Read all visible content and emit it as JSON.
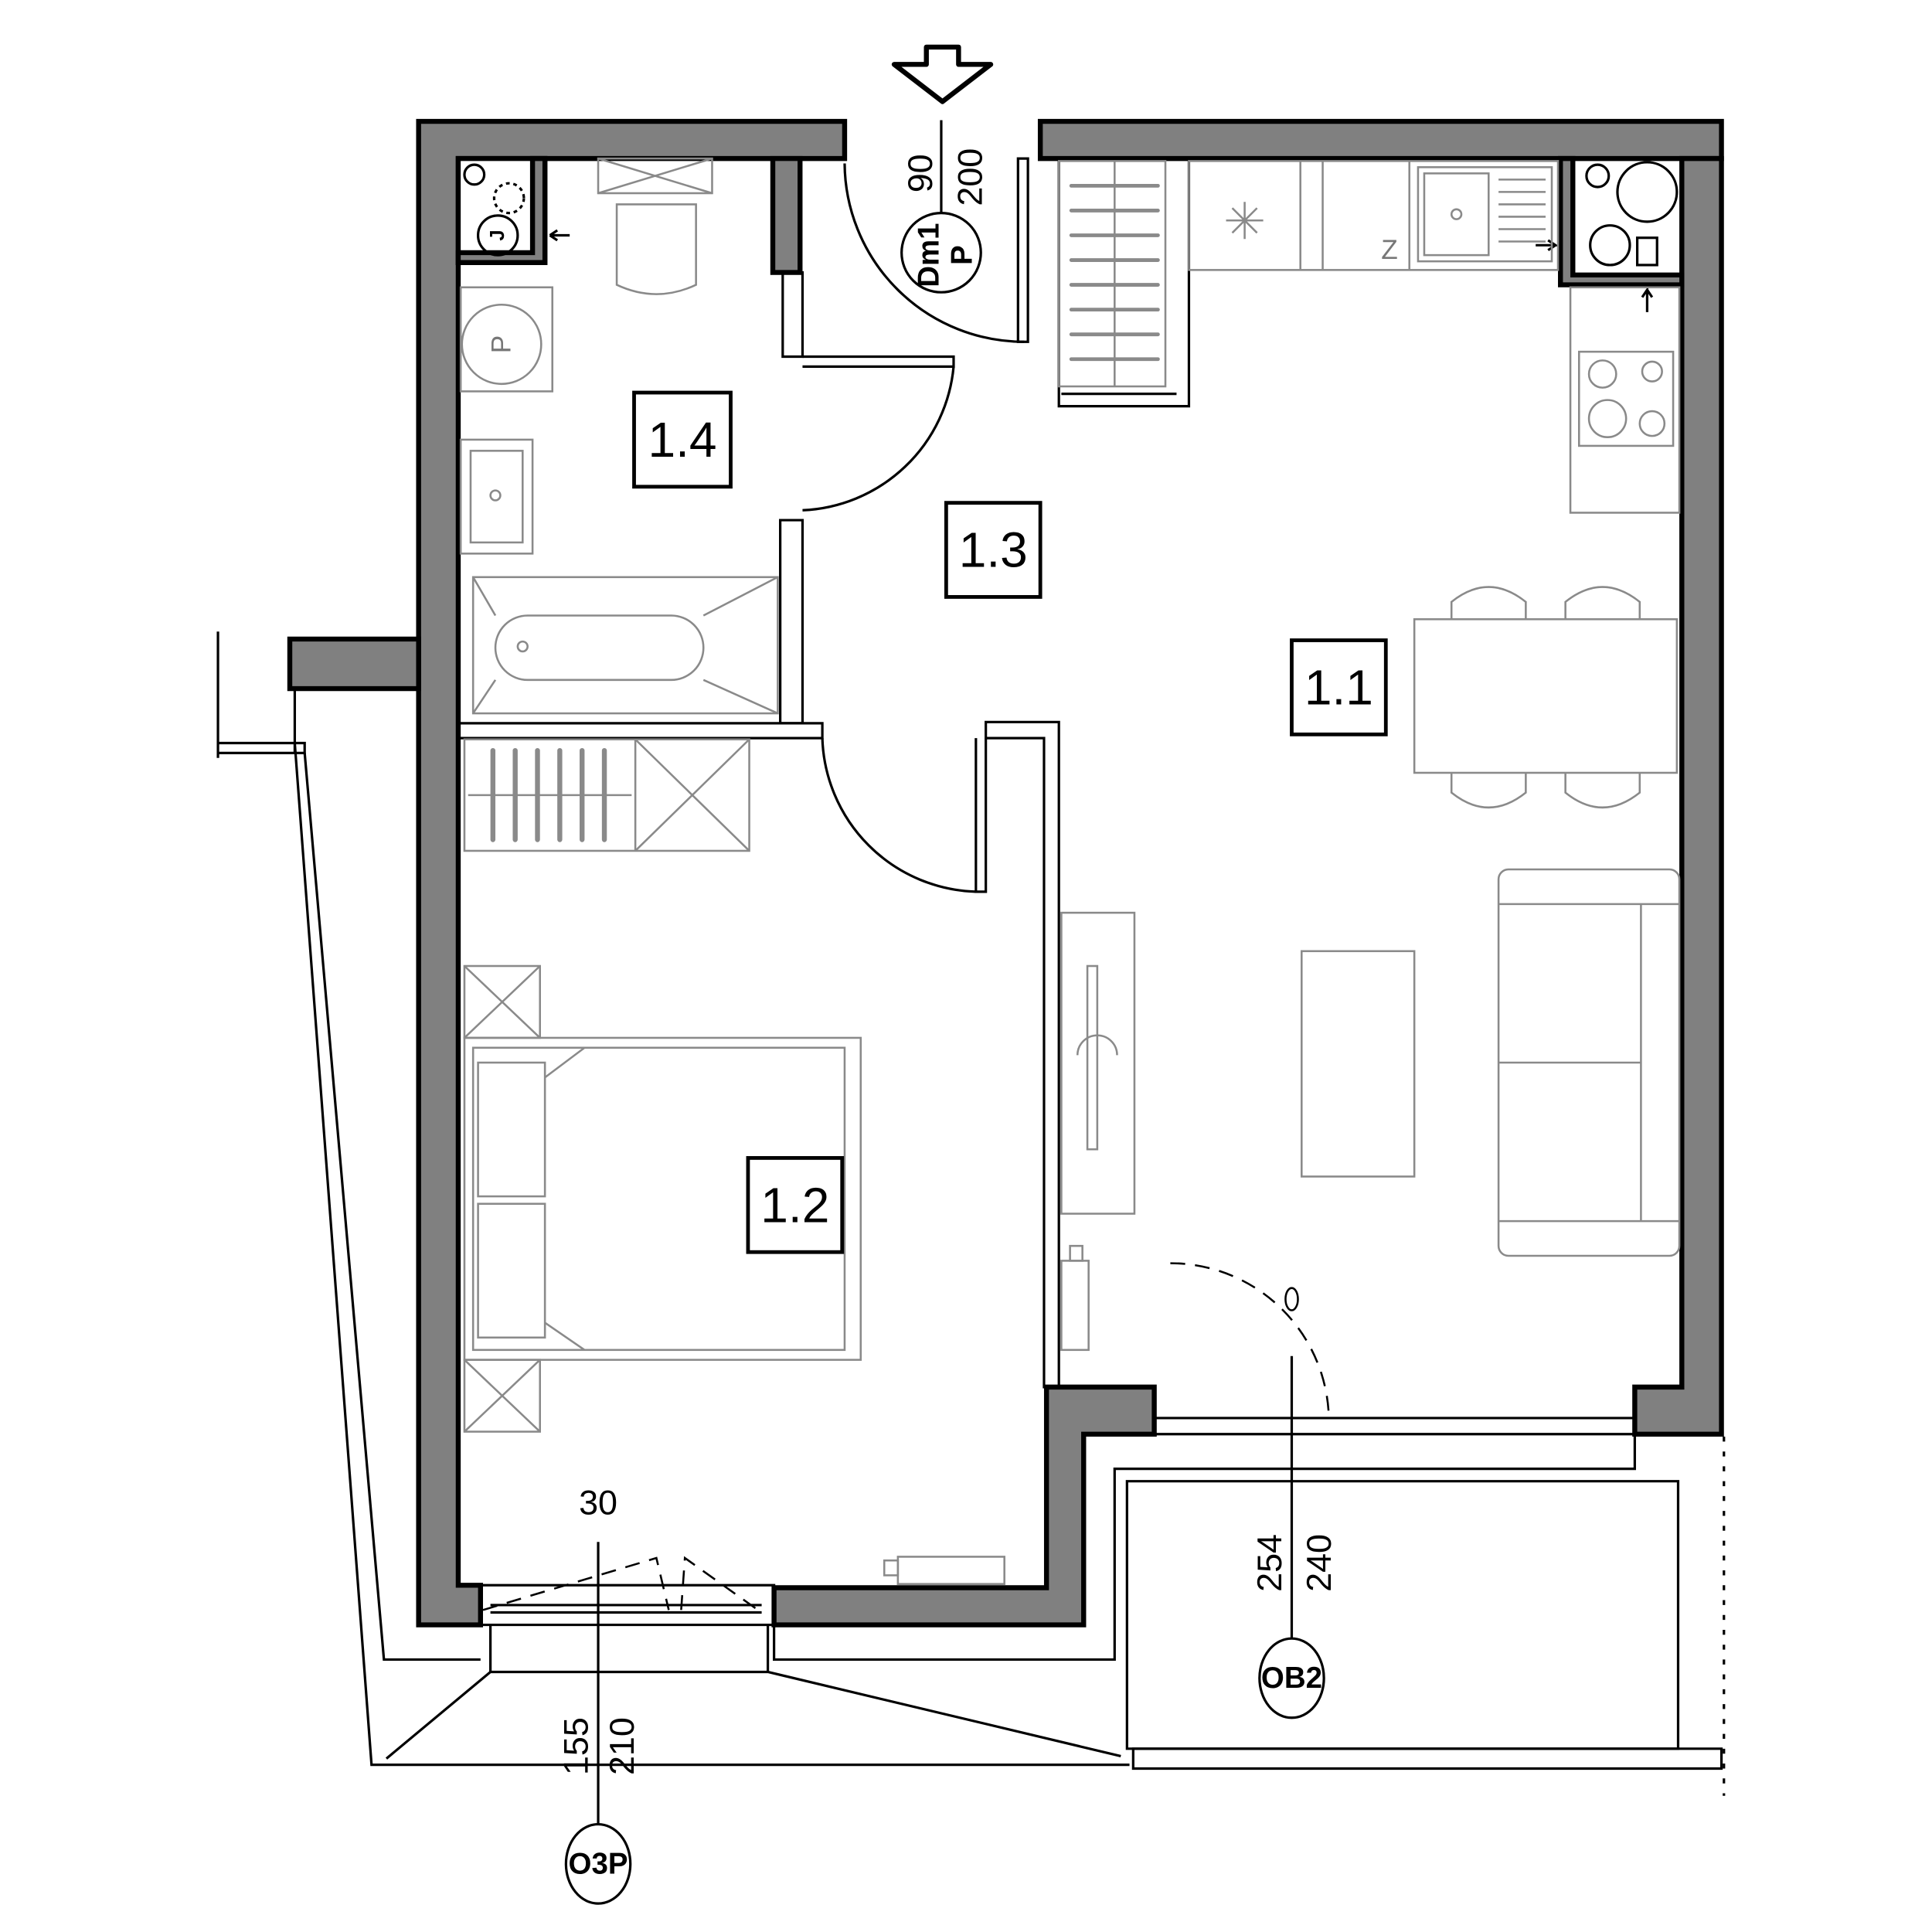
{
  "plan": {
    "rooms": [
      {
        "id": "1.1"
      },
      {
        "id": "1.2"
      },
      {
        "id": "1.3"
      },
      {
        "id": "1.4"
      }
    ],
    "entrance_door": {
      "tag": "Dm1",
      "sub": "P",
      "width": "90",
      "height": "200"
    },
    "window_bedroom": {
      "sill": "30",
      "tag": "O3P",
      "width": "155",
      "height": "210"
    },
    "window_living": {
      "tag": "OB2",
      "width": "254",
      "height": "240"
    },
    "fixtures": {
      "washer": "P",
      "boiler": "J",
      "fridge": "Z"
    },
    "colors": {
      "wall": "#808080",
      "furniture": "#8a8a8a",
      "line": "#000000"
    }
  }
}
